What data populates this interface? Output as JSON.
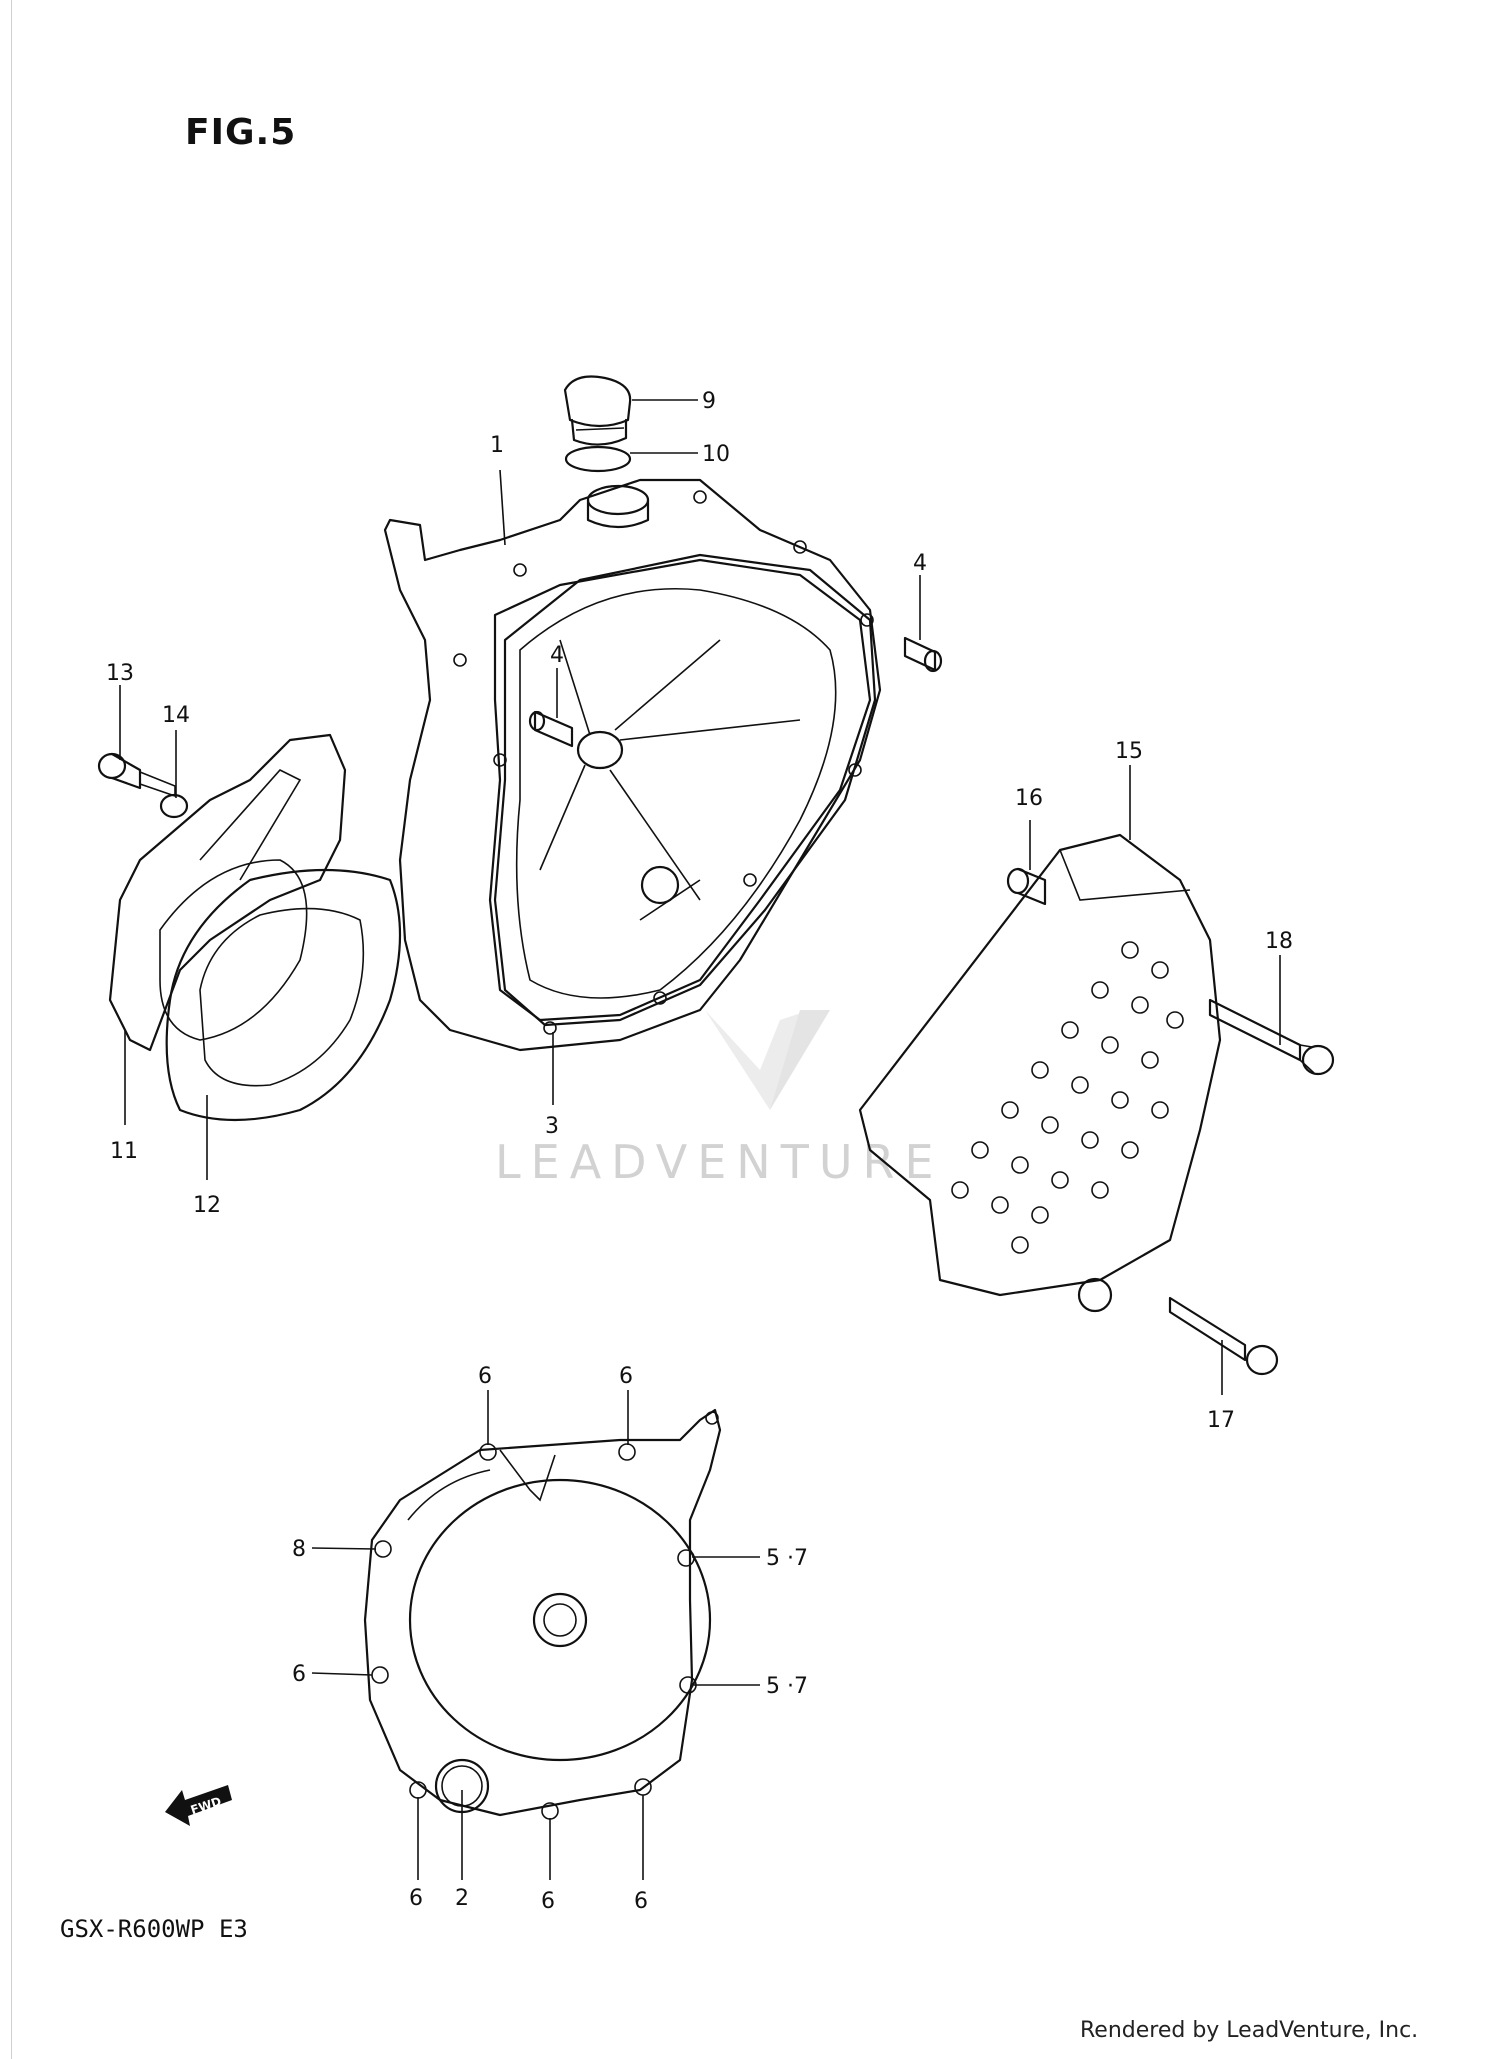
{
  "figure": {
    "title": "FIG.5"
  },
  "model_code": "GSX-R600WP  E3",
  "credit": "Rendered by LeadVenture, Inc.",
  "watermark": {
    "brand": "LEADVENTURE"
  },
  "callouts": {
    "c1": "1",
    "c2": "2",
    "c3": "3",
    "c4a": "4",
    "c4b": "4",
    "c5a": "5 ·7",
    "c5b": "5 ·7",
    "c6a": "6",
    "c6b": "6",
    "c6c": "6",
    "c6d": "6",
    "c6e": "6",
    "c6f": "6",
    "c8": "8",
    "c9": "9",
    "c10": "10",
    "c11": "11",
    "c12": "12",
    "c13": "13",
    "c14": "14",
    "c15": "15",
    "c16": "16",
    "c17": "17",
    "c18": "18"
  },
  "icons": {
    "fwd_arrow": "FWD"
  }
}
